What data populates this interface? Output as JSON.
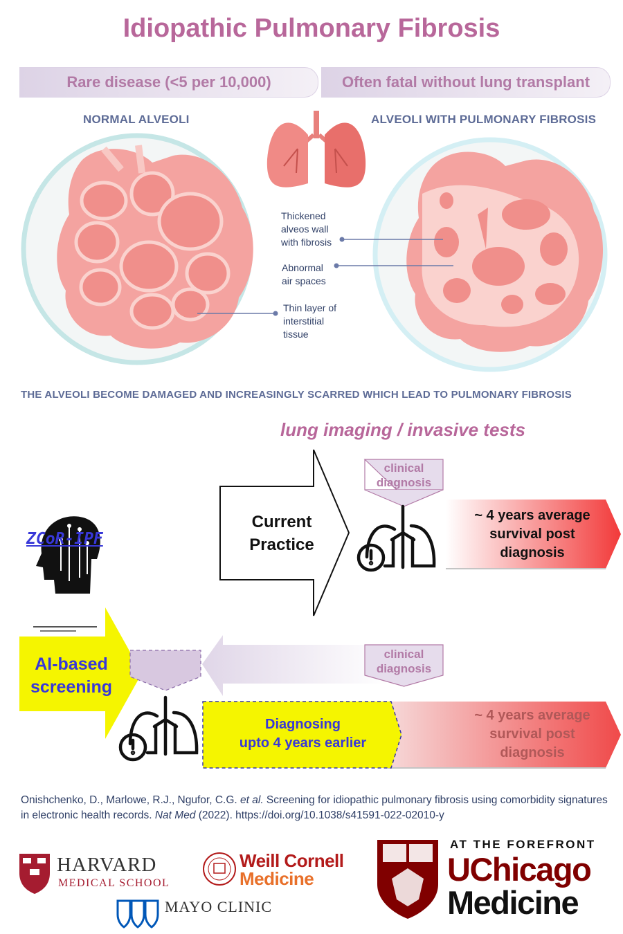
{
  "title": "Idiopathic Pulmonary Fibrosis",
  "facts": {
    "rare": "Rare disease  (<5 per 10,000)",
    "fatal": "Often fatal without lung transplant"
  },
  "alveoli": {
    "normal_label": "NORMAL ALVEOLI",
    "fibrosis_label": "ALVEOLI WITH PULMONARY FIBROSIS",
    "annotations": {
      "thickened": [
        "Thickened",
        "alveos wall",
        "with fibrosis"
      ],
      "abnormal": [
        "Abnormal",
        "air spaces"
      ],
      "thin": [
        "Thin layer of",
        "interstitial",
        "tissue"
      ]
    },
    "caption": "THE ALVEOLI BECOME DAMAGED AND INCREASINGLY SCARRED WHICH LEAD TO PULMONARY FIBROSIS"
  },
  "flow": {
    "imaging": "lung imaging / invasive tests",
    "current_practice": [
      "Current",
      "Practice"
    ],
    "clinical_diagnosis": [
      "clinical",
      "diagnosis"
    ],
    "survival": [
      "~ 4 years average",
      "survival post",
      "diagnosis"
    ],
    "zcor": "ZCoR-IPF",
    "ai_screening": [
      "AI-based",
      "screening"
    ],
    "earlier": [
      "Diagnosing",
      "upto 4 years earlier"
    ]
  },
  "reference": {
    "authors": "Onishchenko, D., Marlowe, R.J., Ngufor, C.G. ",
    "etal": "et al.",
    "title_text": " Screening for idiopathic pulmonary fibrosis using comorbidity signatures in electronic health records. ",
    "journal": "Nat Med",
    "tail": " (2022). https://doi.org/10.1038/s41591-022-02010-y"
  },
  "logos": {
    "harvard_1": "HARVARD",
    "harvard_2": "MEDICAL SCHOOL",
    "weill_1": "Weill Cornell",
    "weill_2": "Medicine",
    "mayo": "MAYO CLINIC",
    "uchicago_top": "AT THE FOREFRONT",
    "uchicago_1": "UChicago",
    "uchicago_2": "Medicine"
  },
  "colors": {
    "title": "#b8679a",
    "label_blue": "#5d6b96",
    "ai_blue": "#3838d8",
    "survival_red": "#f23a3a",
    "yellow": "#f5f500",
    "alveoli_pink": "#f4a3a0",
    "harvard_red": "#a51c30",
    "uchicago_red": "#800000",
    "weill_red": "#b31b1b",
    "mayo_blue": "#0057b8"
  }
}
